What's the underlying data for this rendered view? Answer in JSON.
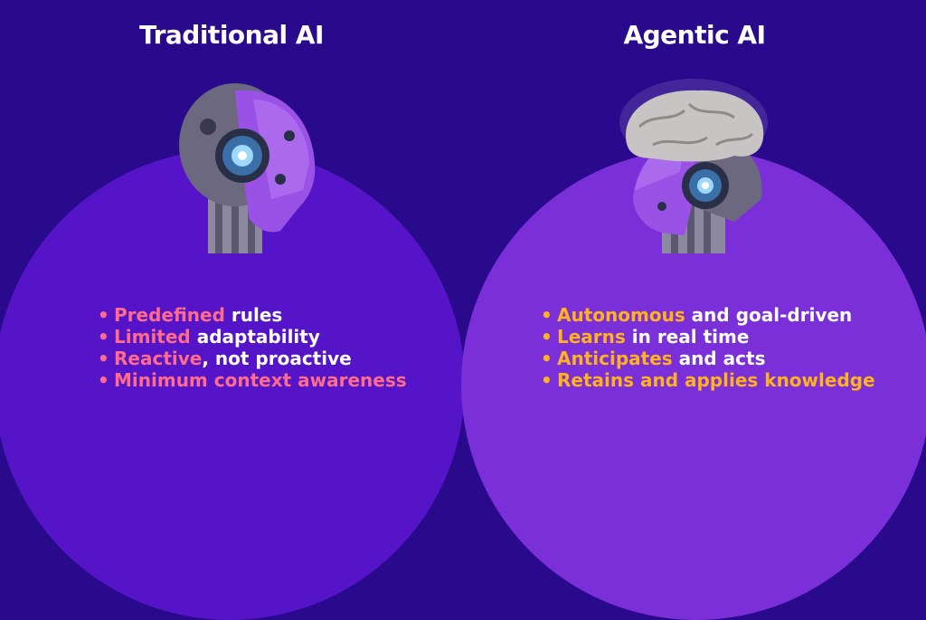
{
  "colors": {
    "background": "#2a0a8c",
    "left_dome": "#5514c8",
    "right_dome": "#7a2fd8",
    "left_accent": "#ff6b8a",
    "right_accent": "#ffb21e",
    "text": "#ffffff"
  },
  "left": {
    "title": "Traditional AI",
    "illustration": "robot-head-icon",
    "bullets": [
      {
        "highlight": "Predefined",
        "rest": " rules"
      },
      {
        "highlight": "Limited",
        "rest": " adaptability"
      },
      {
        "highlight": "Reactive",
        "rest": ", not proactive"
      },
      {
        "highlight": "Minimum context awareness",
        "rest": ""
      }
    ]
  },
  "right": {
    "title": "Agentic AI",
    "illustration": "robot-head-with-brain-icon",
    "bullets": [
      {
        "highlight": "Autonomous",
        "rest": " and goal-driven"
      },
      {
        "highlight": "Learns",
        "rest": " in real time"
      },
      {
        "highlight": "Anticipates",
        "rest": " and acts"
      },
      {
        "highlight": "Retains and applies knowledge",
        "rest": ""
      }
    ]
  }
}
